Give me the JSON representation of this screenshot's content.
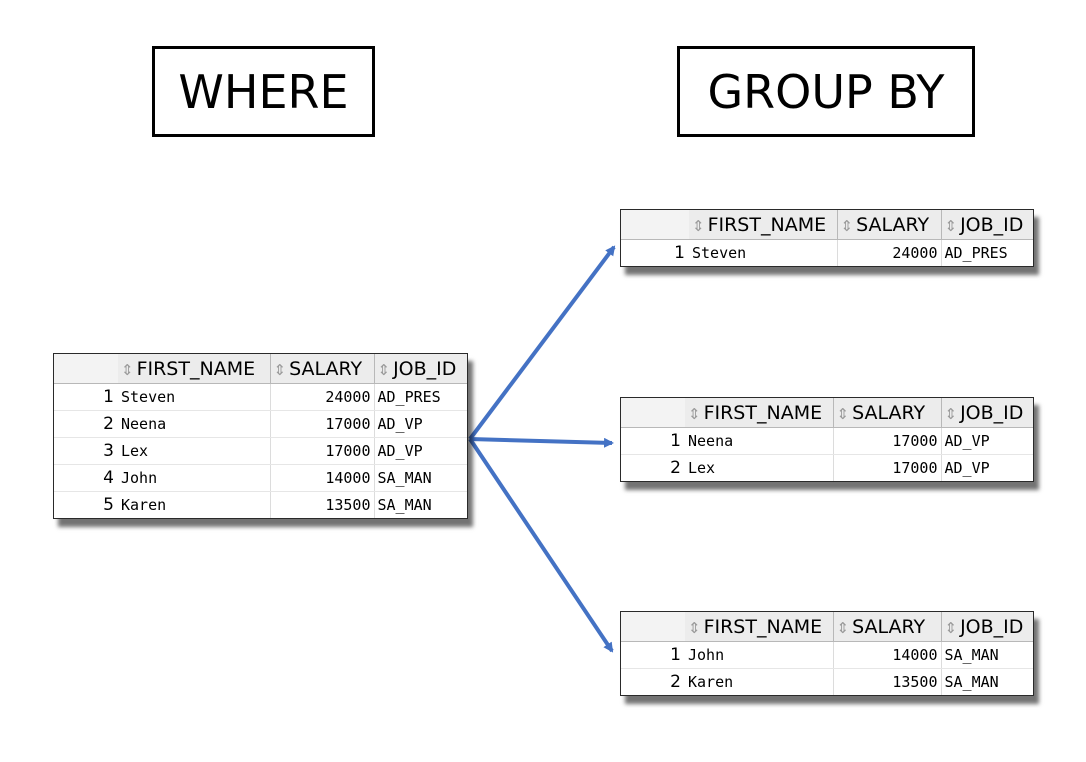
{
  "where_label": "WHERE",
  "groupby_label": "GROUP BY",
  "arrow_color": "#4472C4",
  "sort_icon": "sort-arrows-icon",
  "columns": [
    "FIRST_NAME",
    "SALARY",
    "JOB_ID"
  ],
  "where_table": {
    "rows": [
      {
        "n": "1",
        "first_name": "Steven",
        "salary": "24000",
        "job_id": "AD_PRES"
      },
      {
        "n": "2",
        "first_name": "Neena",
        "salary": "17000",
        "job_id": "AD_VP"
      },
      {
        "n": "3",
        "first_name": "Lex",
        "salary": "17000",
        "job_id": "AD_VP"
      },
      {
        "n": "4",
        "first_name": "John",
        "salary": "14000",
        "job_id": "SA_MAN"
      },
      {
        "n": "5",
        "first_name": "Karen",
        "salary": "13500",
        "job_id": "SA_MAN"
      }
    ]
  },
  "group_tables": [
    {
      "rows": [
        {
          "n": "1",
          "first_name": "Steven",
          "salary": "24000",
          "job_id": "AD_PRES"
        }
      ]
    },
    {
      "rows": [
        {
          "n": "1",
          "first_name": "Neena",
          "salary": "17000",
          "job_id": "AD_VP"
        },
        {
          "n": "2",
          "first_name": "Lex",
          "salary": "17000",
          "job_id": "AD_VP"
        }
      ]
    },
    {
      "rows": [
        {
          "n": "1",
          "first_name": "John",
          "salary": "14000",
          "job_id": "SA_MAN"
        },
        {
          "n": "2",
          "first_name": "Karen",
          "salary": "13500",
          "job_id": "SA_MAN"
        }
      ]
    }
  ]
}
